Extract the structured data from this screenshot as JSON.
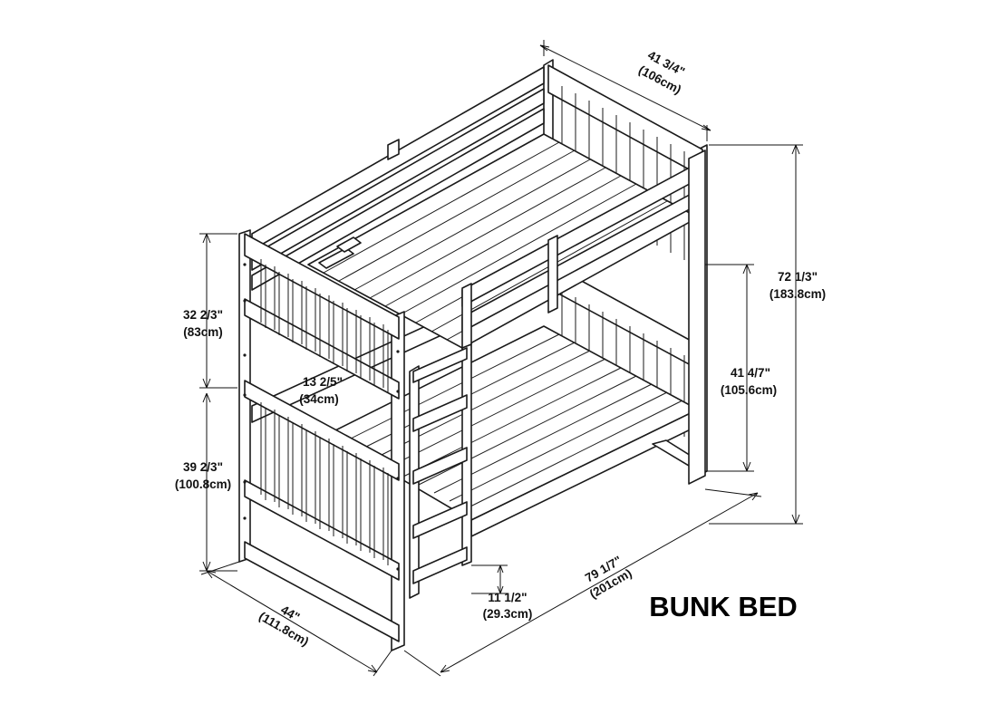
{
  "title": "BUNK BED",
  "dimensions": {
    "top_width": {
      "imperial": "41 3/4\"",
      "metric": "(106cm)"
    },
    "total_height": {
      "imperial": "72 1/3\"",
      "metric": "(183.8cm)"
    },
    "top_bunk_height": {
      "imperial": "41 4/7\"",
      "metric": "(105.6cm)"
    },
    "upper_end_height": {
      "imperial": "32 2/3\"",
      "metric": "(83cm)"
    },
    "lower_end_height": {
      "imperial": "39 2/3\"",
      "metric": "(100.8cm)"
    },
    "ladder_width": {
      "imperial": "13 2/5\"",
      "metric": "(34cm)"
    },
    "clearance": {
      "imperial": "11 1/2\"",
      "metric": "(29.3cm)"
    },
    "length": {
      "imperial": "79 1/7\"",
      "metric": "(201cm)"
    },
    "front_width": {
      "imperial": "44\"",
      "metric": "(111.8cm)"
    }
  }
}
